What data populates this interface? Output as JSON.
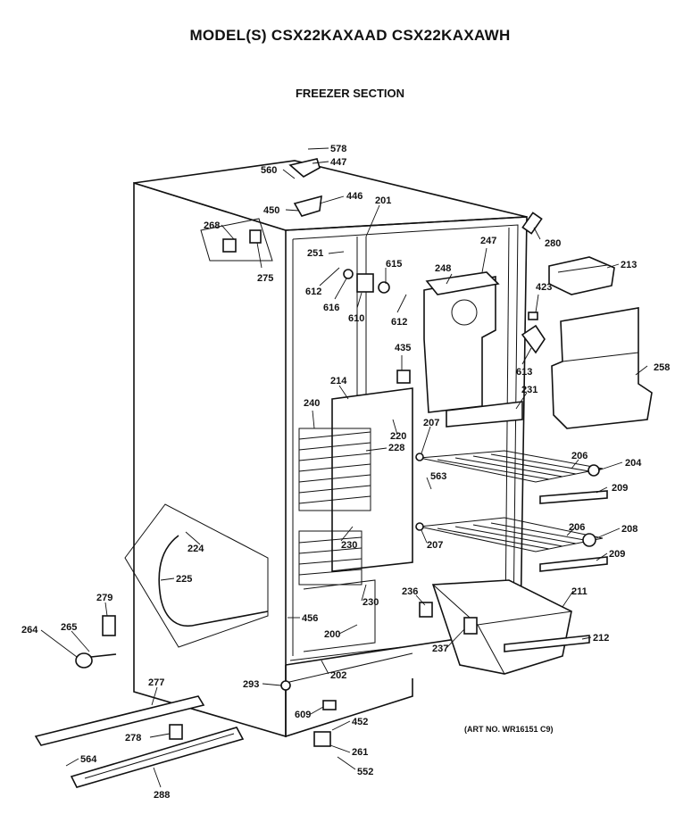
{
  "header": {
    "model": "MODEL(S) CSX22KAXAAD  CSX22KAXAWH",
    "section": "FREEZER SECTION"
  },
  "art_number": "(ART NO. WR16151 C9)",
  "parts": {
    "p578": "578",
    "p447": "447",
    "p560": "560",
    "p446": "446",
    "p450": "450",
    "p201": "201",
    "p268": "268",
    "p275": "275",
    "p251": "251",
    "p615": "615",
    "p612a": "612",
    "p616": "616",
    "p610": "610",
    "p612b": "612",
    "p248": "248",
    "p247": "247",
    "p280": "280",
    "p213": "213",
    "p423": "423",
    "p613": "613",
    "p435": "435",
    "p214": "214",
    "p240": "240",
    "p220": "220",
    "p228": "228",
    "p207a": "207",
    "p231": "231",
    "p258": "258",
    "p206a": "206",
    "p204": "204",
    "p563": "563",
    "p209a": "209",
    "p224": "224",
    "p230a": "230",
    "p207b": "207",
    "p206b": "206",
    "p208": "208",
    "p209b": "209",
    "p225": "225",
    "p279": "279",
    "p236": "236",
    "p211": "211",
    "p230b": "230",
    "p456": "456",
    "p264": "264",
    "p265": "265",
    "p200": "200",
    "p237": "237",
    "p212": "212",
    "p202": "202",
    "p293": "293",
    "p277": "277",
    "p609": "609",
    "p452": "452",
    "p278": "278",
    "p261": "261",
    "p564": "564",
    "p552": "552",
    "p288": "288"
  }
}
